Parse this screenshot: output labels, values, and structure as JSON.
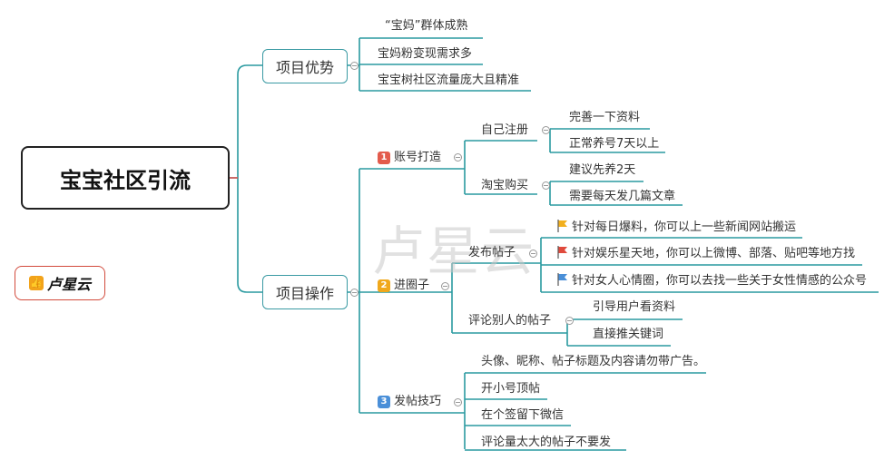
{
  "root": "宝宝社区引流",
  "watermark": "卢星云",
  "logo": {
    "text": "卢星云",
    "icon": "thumbs-up-icon"
  },
  "branches": {
    "advantages": {
      "label": "项目优势",
      "items": [
        "“宝妈”群体成熟",
        "宝妈粉变现需求多",
        "宝宝树社区流量庞大且精准"
      ]
    },
    "operations": {
      "label": "项目操作",
      "account": {
        "num": "1",
        "label": "账号打造",
        "register": {
          "label": "自己注册",
          "items": [
            "完善一下资料",
            "正常养号7天以上"
          ]
        },
        "taobao": {
          "label": "淘宝购买",
          "items": [
            "建议先养2天",
            "需要每天发几篇文章"
          ]
        }
      },
      "circle": {
        "num": "2",
        "label": "进圈子",
        "posts": {
          "label": "发布帖子",
          "items": [
            "针对每日爆料，你可以上一些新闻网站搬运",
            "针对娱乐星天地，你可以上微博、部落、贴吧等地方找",
            "针对女人心情圈，你可以去找一些关于女性情感的公众号"
          ]
        },
        "comments": {
          "label": "评论别人的帖子",
          "items": [
            "引导用户看资料",
            "直接推关键词"
          ]
        }
      },
      "tips": {
        "num": "3",
        "label": "发帖技巧",
        "items": [
          "头像、昵称、帖子标题及内容请勿带广告。",
          "开小号顶帖",
          "在个签留下微信",
          "评论量太大的帖子不要发"
        ]
      }
    }
  },
  "colors": {
    "line": "#2a9aa0",
    "num1": "#e35b4c",
    "num2": "#f0a81c",
    "num3": "#4a8fd8",
    "flag_yellow": "#f2b01e",
    "flag_red": "#e04a3c",
    "flag_blue": "#4a8fd8",
    "root_connector": "#d9534f"
  }
}
